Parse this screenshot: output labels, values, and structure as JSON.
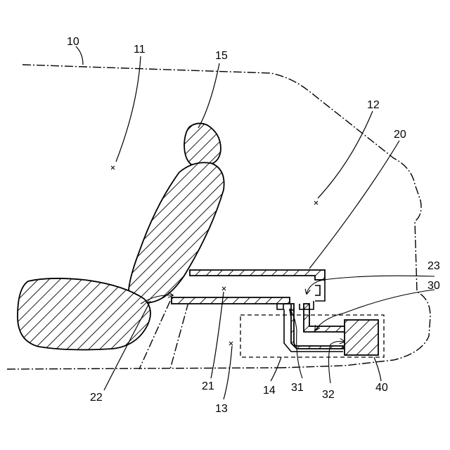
{
  "labels": {
    "ref_10": "10",
    "ref_11": "11",
    "ref_12": "12",
    "ref_13": "13",
    "ref_14": "14",
    "ref_15": "15",
    "ref_20": "20",
    "ref_21": "21",
    "ref_22": "22",
    "ref_23": "23",
    "ref_30": "30",
    "ref_31": "31",
    "ref_32": "32",
    "ref_40": "40"
  }
}
